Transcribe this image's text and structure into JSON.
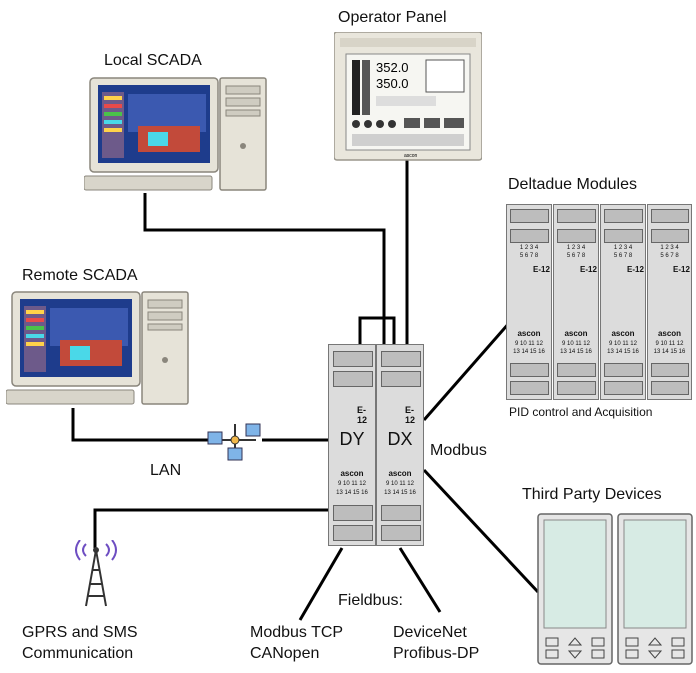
{
  "labels": {
    "operator_panel": "Operator Panel",
    "local_scada": "Local SCADA",
    "remote_scada": "Remote SCADA",
    "deltadue_modules": "Deltadue Modules",
    "pid_caption": "PID control and Acquisition",
    "third_party": "Third Party Devices",
    "lan": "LAN",
    "modbus": "Modbus",
    "fieldbus": "Fieldbus:",
    "gprs_line1": "GPRS and SMS",
    "gprs_line2": "Communication",
    "modbus_tcp": "Modbus TCP",
    "canopen": "CANopen",
    "devicenet": "DeviceNet",
    "profibus": "Profibus-DP"
  },
  "controllers": {
    "dy": "DY",
    "dx": "DX",
    "brand": "ascon",
    "code": "E-12",
    "terminals_row1": "9 10 11 12",
    "terminals_row2": "13 14 15 16"
  },
  "modules": {
    "brand": "ascon",
    "code": "E-12",
    "row_a": "1 2 3 4",
    "row_b": "5 6 7 8",
    "row_c": "9 10 11 12",
    "row_d": "13 14 15 16"
  },
  "panel": {
    "value1": "352.0",
    "value2": "350.0",
    "brand": "ascon"
  },
  "colors": {
    "wire": "#000000",
    "module_body": "#dcdcdc",
    "screen_blue": "#1e3c8c",
    "monitor_beige": "#e6e3d8",
    "panel_face": "#e9e6dc",
    "display_green": "#d7ebe4"
  }
}
